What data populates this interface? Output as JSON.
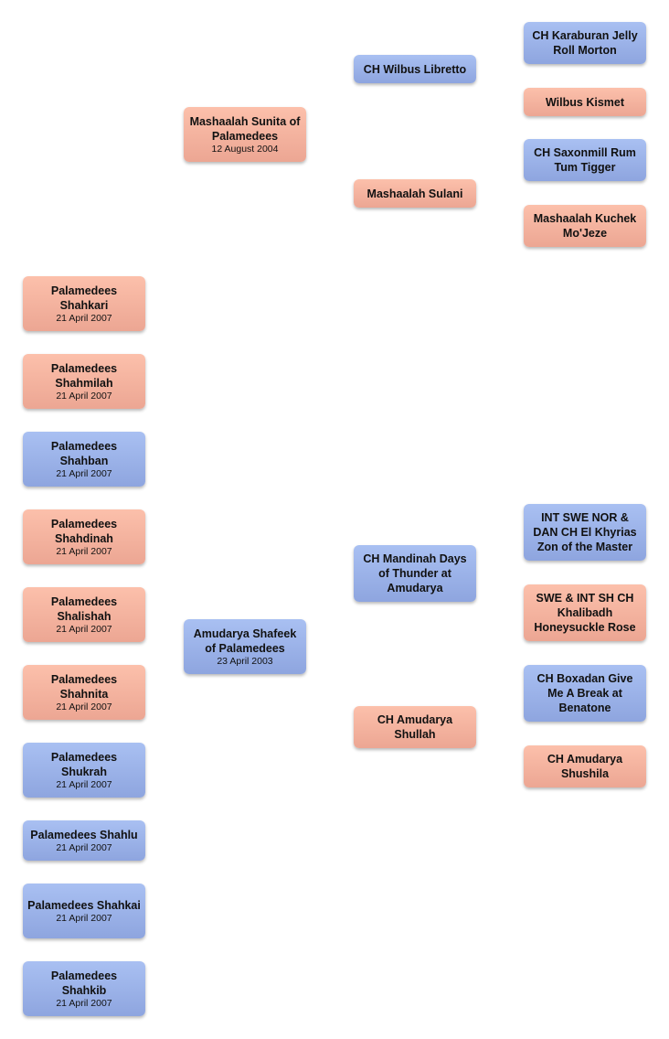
{
  "colors": {
    "female": "#f5b39f",
    "male": "#9bb3ea",
    "background": "#ffffff"
  },
  "offspring": [
    {
      "name": "Palamedees Shahkari",
      "date": "21 April 2007",
      "sex": "female"
    },
    {
      "name": "Palamedees Shahmilah",
      "date": "21 April 2007",
      "sex": "female"
    },
    {
      "name": "Palamedees Shahban",
      "date": "21 April 2007",
      "sex": "male"
    },
    {
      "name": "Palamedees Shahdinah",
      "date": "21 April 2007",
      "sex": "female"
    },
    {
      "name": "Palamedees Shalishah",
      "date": "21 April 2007",
      "sex": "female"
    },
    {
      "name": "Palamedees Shahnita",
      "date": "21 April 2007",
      "sex": "female"
    },
    {
      "name": "Palamedees Shukrah",
      "date": "21 April 2007",
      "sex": "male"
    },
    {
      "name": "Palamedees Shahlu",
      "date": "21 April 2007",
      "sex": "male"
    },
    {
      "name": "Palamedees Shahkai",
      "date": "21 April 2007",
      "sex": "male"
    },
    {
      "name": "Palamedees Shahkib",
      "date": "21 April 2007",
      "sex": "male"
    }
  ],
  "parents": {
    "dam": {
      "name": "Mashaalah Sunita of Palamedees",
      "date": "12 August 2004",
      "sex": "female"
    },
    "sire": {
      "name": "Amudarya Shafeek of Palamedees",
      "date": "23 April 2003",
      "sex": "male"
    }
  },
  "grandparents": {
    "dam_sire": {
      "name": "CH Wilbus Libretto",
      "sex": "male"
    },
    "dam_dam": {
      "name": "Mashaalah Sulani",
      "sex": "female"
    },
    "sire_sire": {
      "name": "CH Mandinah Days of Thunder at Amudarya",
      "sex": "male"
    },
    "sire_dam": {
      "name": "CH Amudarya Shullah",
      "sex": "female"
    }
  },
  "great_grandparents": {
    "dss": {
      "name": "CH Karaburan Jelly Roll Morton",
      "sex": "male"
    },
    "dsd": {
      "name": "Wilbus Kismet",
      "sex": "female"
    },
    "dds": {
      "name": "CH Saxonmill Rum Tum Tigger",
      "sex": "male"
    },
    "ddd": {
      "name": "Mashaalah Kuchek Mo'Jeze",
      "sex": "female"
    },
    "sss": {
      "name": "INT SWE NOR & DAN CH El Khyrias Zon of the Master",
      "sex": "male"
    },
    "ssd": {
      "name": "SWE & INT SH CH Khalibadh Honeysuckle Rose",
      "sex": "female"
    },
    "sds": {
      "name": "CH Boxadan Give Me A Break at Benatone",
      "sex": "male"
    },
    "sdd": {
      "name": "CH Amudarya Shushila",
      "sex": "female"
    }
  }
}
